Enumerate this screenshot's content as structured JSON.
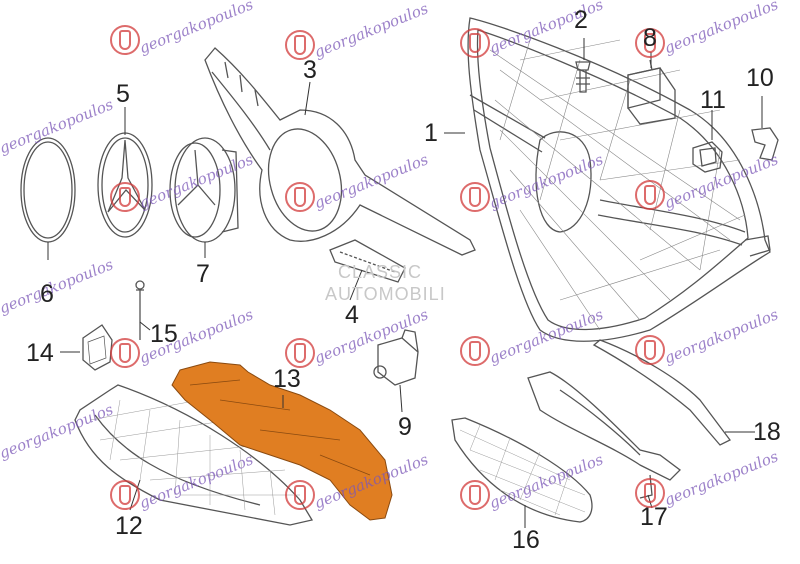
{
  "parts": [
    {
      "id": "1",
      "label": "1"
    },
    {
      "id": "2",
      "label": "2"
    },
    {
      "id": "3",
      "label": "3"
    },
    {
      "id": "4",
      "label": "4"
    },
    {
      "id": "5",
      "label": "5"
    },
    {
      "id": "6",
      "label": "6"
    },
    {
      "id": "7",
      "label": "7"
    },
    {
      "id": "8",
      "label": "8"
    },
    {
      "id": "9",
      "label": "9"
    },
    {
      "id": "10",
      "label": "10"
    },
    {
      "id": "11",
      "label": "11"
    },
    {
      "id": "12",
      "label": "12"
    },
    {
      "id": "13",
      "label": "13"
    },
    {
      "id": "14",
      "label": "14"
    },
    {
      "id": "15",
      "label": "15"
    },
    {
      "id": "16",
      "label": "16"
    },
    {
      "id": "17",
      "label": "17"
    },
    {
      "id": "18",
      "label": "18"
    }
  ],
  "watermark": {
    "text": "georgakopoulos"
  },
  "stamp": {
    "line1": "CLASSIC",
    "line2": "AUTOMOBILI"
  },
  "colors": {
    "highlight_part": "#e07e22",
    "line": "#555555",
    "watermark": "#7b57b8",
    "logo": "#d23a3a"
  }
}
